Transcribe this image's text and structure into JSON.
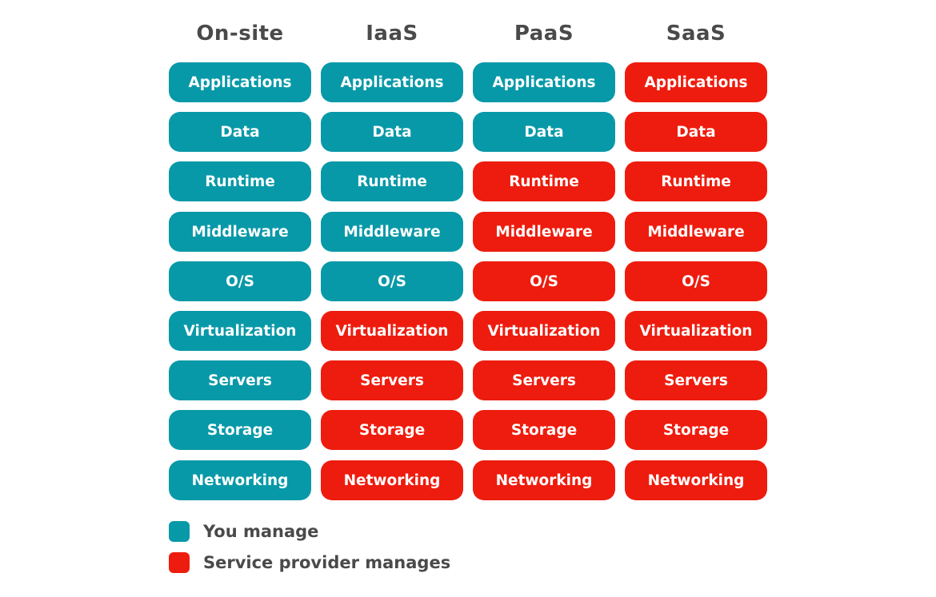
{
  "colors": {
    "you_manage": "#0899a8",
    "provider_manages": "#ee1c0e"
  },
  "columns": [
    {
      "header": "On-site",
      "cells": [
        {
          "label": "Applications",
          "managed_by": "you"
        },
        {
          "label": "Data",
          "managed_by": "you"
        },
        {
          "label": "Runtime",
          "managed_by": "you"
        },
        {
          "label": "Middleware",
          "managed_by": "you"
        },
        {
          "label": "O/S",
          "managed_by": "you"
        },
        {
          "label": "Virtualization",
          "managed_by": "you"
        },
        {
          "label": "Servers",
          "managed_by": "you"
        },
        {
          "label": "Storage",
          "managed_by": "you"
        },
        {
          "label": "Networking",
          "managed_by": "you"
        }
      ]
    },
    {
      "header": "IaaS",
      "cells": [
        {
          "label": "Applications",
          "managed_by": "you"
        },
        {
          "label": "Data",
          "managed_by": "you"
        },
        {
          "label": "Runtime",
          "managed_by": "you"
        },
        {
          "label": "Middleware",
          "managed_by": "you"
        },
        {
          "label": "O/S",
          "managed_by": "you"
        },
        {
          "label": "Virtualization",
          "managed_by": "provider"
        },
        {
          "label": "Servers",
          "managed_by": "provider"
        },
        {
          "label": "Storage",
          "managed_by": "provider"
        },
        {
          "label": "Networking",
          "managed_by": "provider"
        }
      ]
    },
    {
      "header": "PaaS",
      "cells": [
        {
          "label": "Applications",
          "managed_by": "you"
        },
        {
          "label": "Data",
          "managed_by": "you"
        },
        {
          "label": "Runtime",
          "managed_by": "provider"
        },
        {
          "label": "Middleware",
          "managed_by": "provider"
        },
        {
          "label": "O/S",
          "managed_by": "provider"
        },
        {
          "label": "Virtualization",
          "managed_by": "provider"
        },
        {
          "label": "Servers",
          "managed_by": "provider"
        },
        {
          "label": "Storage",
          "managed_by": "provider"
        },
        {
          "label": "Networking",
          "managed_by": "provider"
        }
      ]
    },
    {
      "header": "SaaS",
      "cells": [
        {
          "label": "Applications",
          "managed_by": "provider"
        },
        {
          "label": "Data",
          "managed_by": "provider"
        },
        {
          "label": "Runtime",
          "managed_by": "provider"
        },
        {
          "label": "Middleware",
          "managed_by": "provider"
        },
        {
          "label": "O/S",
          "managed_by": "provider"
        },
        {
          "label": "Virtualization",
          "managed_by": "provider"
        },
        {
          "label": "Servers",
          "managed_by": "provider"
        },
        {
          "label": "Storage",
          "managed_by": "provider"
        },
        {
          "label": "Networking",
          "managed_by": "provider"
        }
      ]
    }
  ],
  "legend": {
    "you_manage_label": "You manage",
    "provider_manages_label": "Service provider manages"
  }
}
